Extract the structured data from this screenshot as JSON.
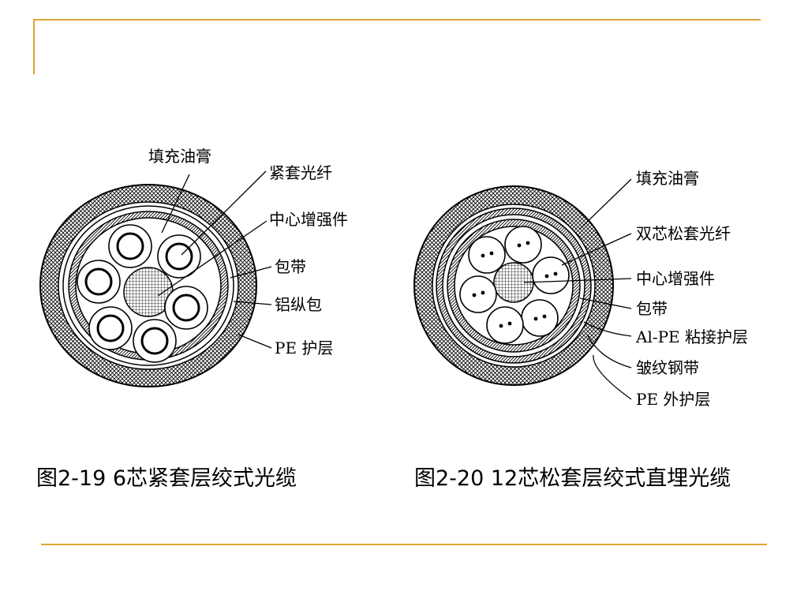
{
  "colors": {
    "accent": "#dca437",
    "ink": "#000000"
  },
  "figure_left": {
    "caption": "图2-19  6芯紧套层绞式光缆",
    "labels": [
      "填充油膏",
      "紧套光纤",
      "中心增强件",
      "包带",
      "铝纵包",
      "PE 护层"
    ]
  },
  "figure_right": {
    "caption": "图2-20  12芯松套层绞式直埋光缆",
    "labels": [
      "填充油膏",
      "双芯松套光纤",
      "中心增强件",
      "包带",
      "Al-PE 粘接护层",
      "皱纹钢带",
      "PE 外护层"
    ]
  }
}
